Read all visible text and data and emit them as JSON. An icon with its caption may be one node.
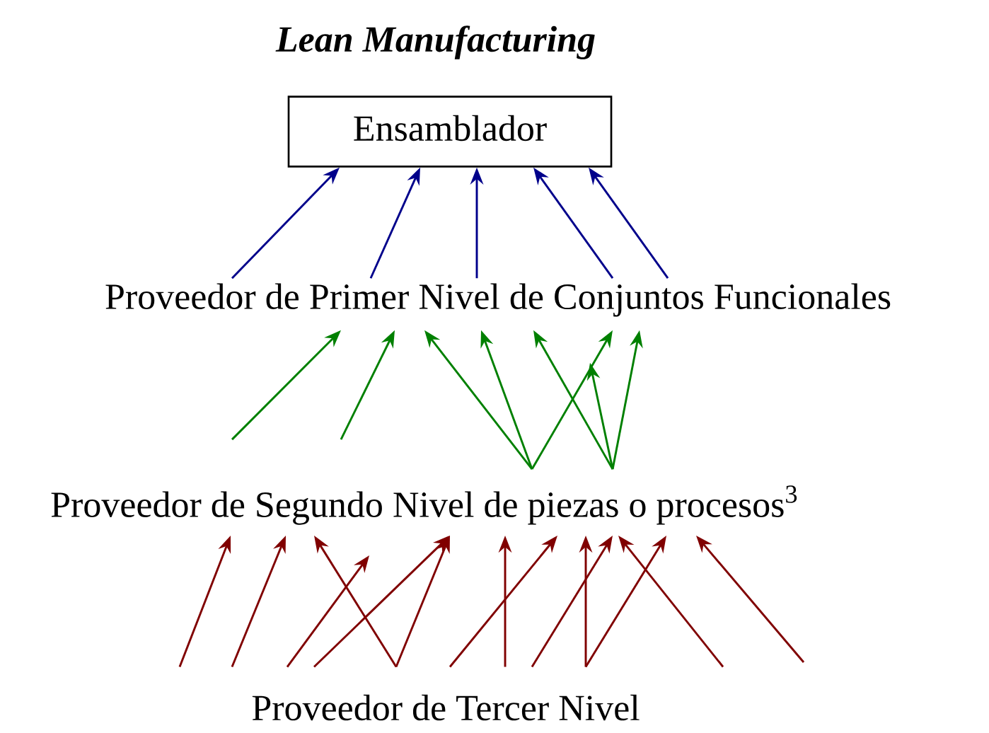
{
  "diagram": {
    "title": "Lean Manufacturing",
    "nodes": [
      {
        "text": [
          "Ensamblador"
        ]
      },
      {
        "text": [
          "Proveedor de Primer Nivel de Conjuntos Funcionales"
        ]
      },
      {
        "text": [
          "Proveedor de Segundo Nivel de piezas o procesos$^{3}$"
        ]
      },
      {
        "text": [
          "Proveedor de Tercer Nivel"
        ]
      }
    ],
    "edges": [
      {
        "from": 1,
        "to": 0,
        "arrow": "to",
        "color": "#00008b"
      },
      {
        "from": 1,
        "to": 0,
        "arrow": "to",
        "color": "#00008b"
      },
      {
        "from": 1,
        "to": 0,
        "arrow": "to",
        "color": "#00008b"
      },
      {
        "from": 1,
        "to": 0,
        "arrow": "to",
        "color": "#00008b"
      },
      {
        "from": 1,
        "to": 0,
        "arrow": "to",
        "color": "#00008b"
      },
      {
        "from": 2,
        "to": 1,
        "arrow": "to",
        "color": "#008000"
      },
      {
        "from": 2,
        "to": 1,
        "arrow": "to",
        "color": "#008000"
      },
      {
        "from": 2,
        "to": 1,
        "arrow": "to",
        "color": "#008000"
      },
      {
        "from": 2,
        "to": 1,
        "arrow": "to",
        "color": "#008000"
      },
      {
        "from": 2,
        "to": 1,
        "arrow": "to",
        "color": "#008000"
      },
      {
        "from": 2,
        "to": 1,
        "arrow": "to",
        "color": "#008000"
      },
      {
        "from": 2,
        "to": 1,
        "arrow": "to",
        "color": "#008000"
      },
      {
        "from": 2,
        "to": 1,
        "arrow": "to",
        "color": "#008000"
      },
      {
        "from": 3,
        "to": 2,
        "arrow": "to",
        "color": "#800000"
      },
      {
        "from": 3,
        "to": 2,
        "arrow": "to",
        "color": "#800000"
      },
      {
        "from": 3,
        "to": 2,
        "arrow": "to",
        "color": "#800000"
      },
      {
        "from": 3,
        "to": 2,
        "arrow": "to",
        "color": "#800000"
      },
      {
        "from": 3,
        "to": 2,
        "arrow": "to",
        "color": "#800000"
      },
      {
        "from": 3,
        "to": 2,
        "arrow": "to",
        "color": "#800000"
      },
      {
        "from": 3,
        "to": 2,
        "arrow": "to",
        "color": "#800000"
      },
      {
        "from": 3,
        "to": 2,
        "arrow": "to",
        "color": "#800000"
      },
      {
        "from": 3,
        "to": 2,
        "arrow": "to",
        "color": "#800000"
      },
      {
        "from": 3,
        "to": 2,
        "arrow": "to",
        "color": "#800000"
      },
      {
        "from": 3,
        "to": 2,
        "arrow": "to",
        "color": "#800000"
      },
      {
        "from": 3,
        "to": 2,
        "arrow": "to",
        "color": "#800000"
      },
      {
        "from": null,
        "to": 2,
        "arrow": "to",
        "color": "#800000"
      }
    ]
  }
}
